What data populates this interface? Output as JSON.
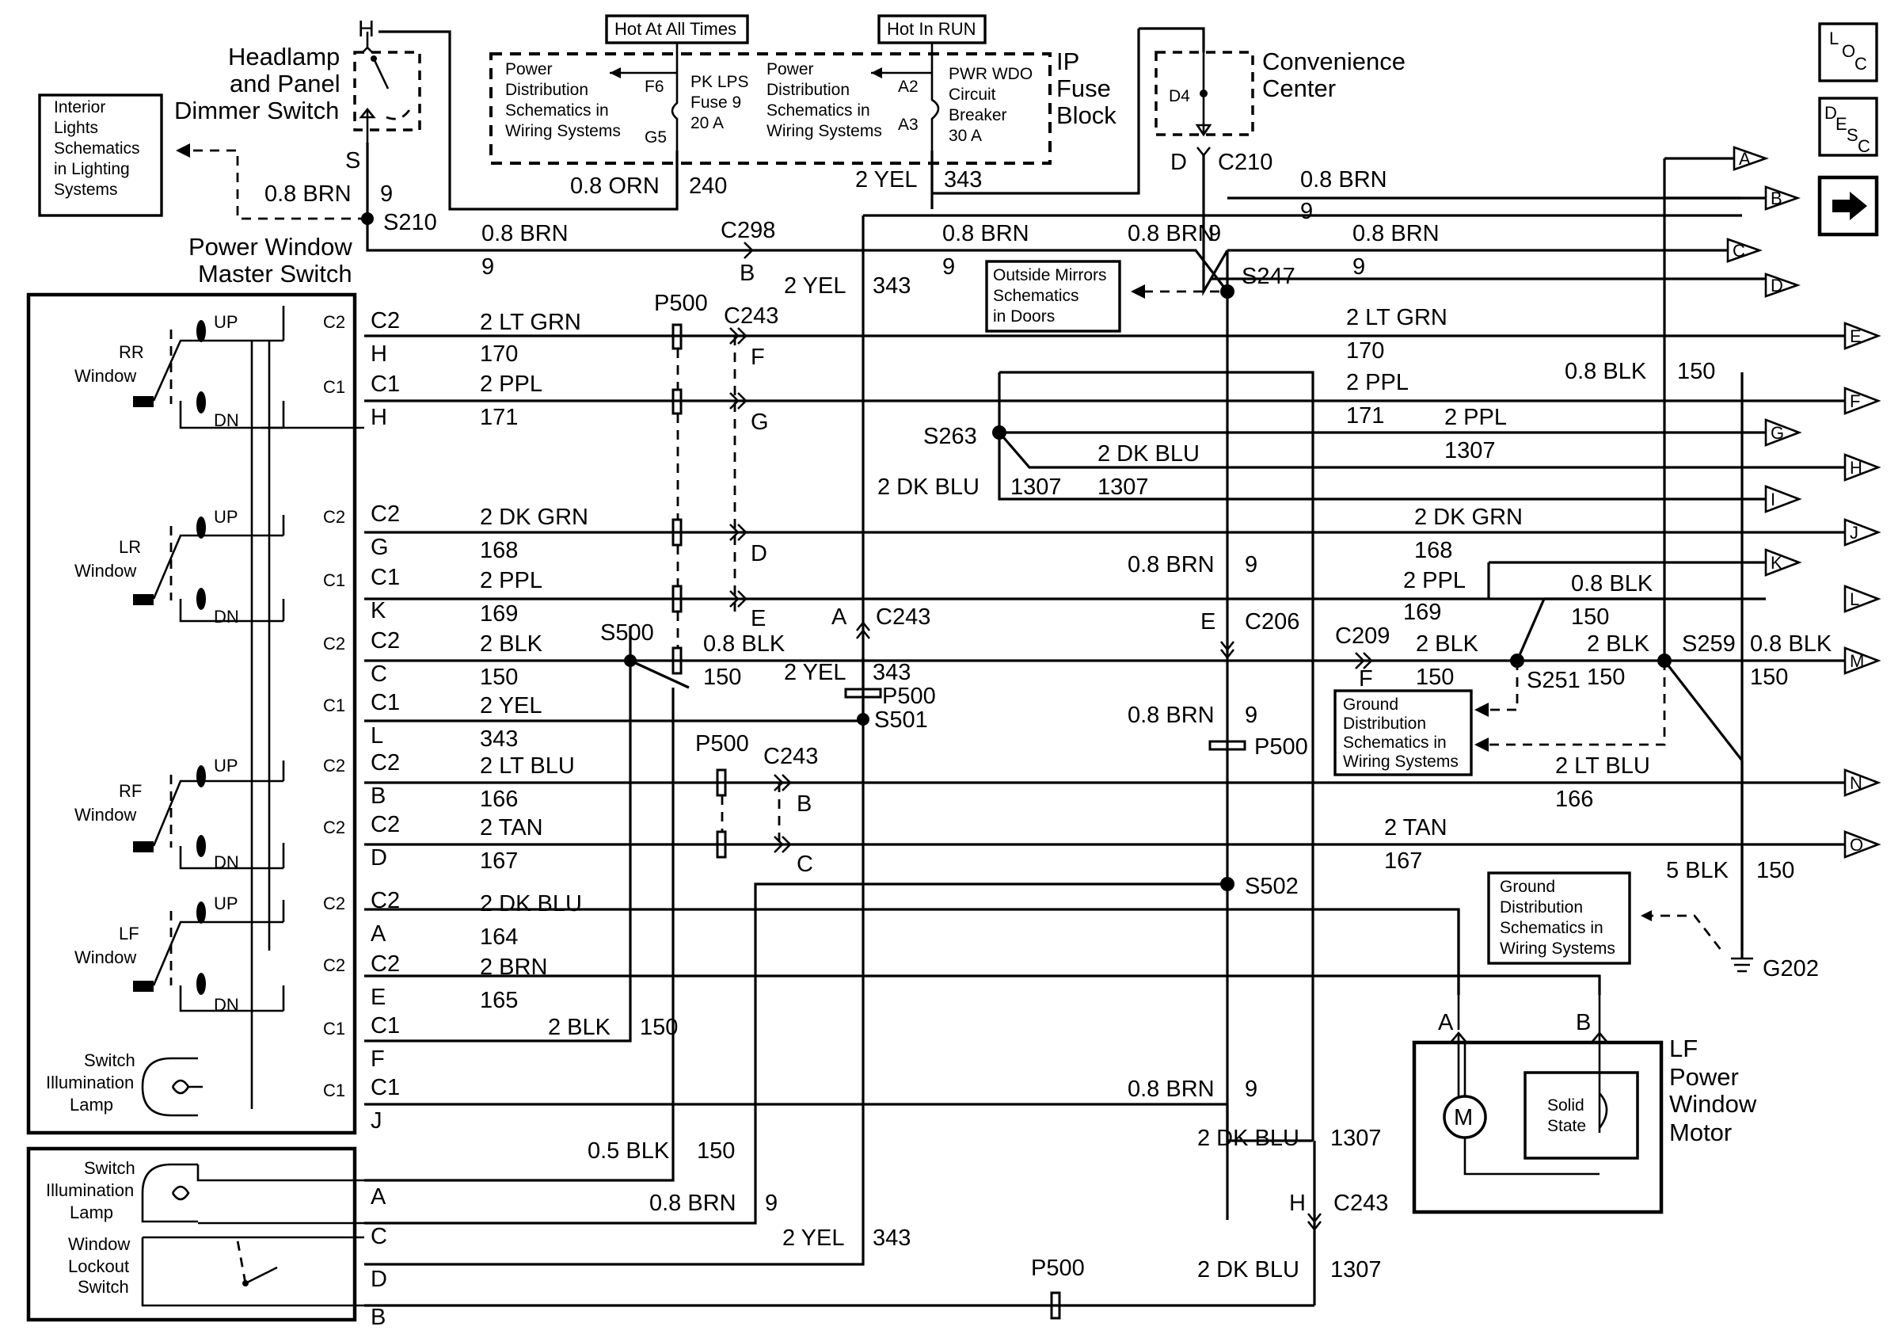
{
  "nav": {
    "loc": [
      "L",
      "O",
      "C"
    ],
    "desc": [
      "D",
      "E",
      "S",
      "C"
    ],
    "next_arrow": "→"
  },
  "fuse_block": {
    "hot_all_times": "Hot At All Times",
    "hot_in_run": "Hot In RUN",
    "pd_left": [
      "Power",
      "Distribution",
      "Schematics in",
      "Wiring Systems"
    ],
    "pd_right": [
      "Power",
      "Distribution",
      "Schematics in",
      "Wiring Systems"
    ],
    "fuse_label": [
      "PK LPS",
      "Fuse 9",
      "20 A"
    ],
    "breaker_label": [
      "PWR WDO",
      "Circuit",
      "Breaker",
      "30 A"
    ],
    "pins": {
      "f6": "F6",
      "g5": "G5",
      "a2": "A2",
      "a3": "A3"
    },
    "title": [
      "IP",
      "Fuse",
      "Block"
    ]
  },
  "headlamp": {
    "title": [
      "Headlamp",
      "and Panel",
      "Dimmer Switch"
    ],
    "pin_h": "H",
    "pin_s": "S"
  },
  "convenience": {
    "title": [
      "Convenience",
      "Center"
    ],
    "pin": "D4",
    "connector_pin": "D",
    "connector": "C210"
  },
  "interior_ref": [
    "Interior",
    "Lights",
    "Schematics",
    "in Lighting",
    "Systems"
  ],
  "mirrors_ref": [
    "Outside Mirrors",
    "Schematics",
    "in Doors"
  ],
  "ground_ref1": [
    "Ground",
    "Distribution",
    "Schematics in",
    "Wiring Systems"
  ],
  "ground_ref2": [
    "Ground",
    "Distribution",
    "Schematics in",
    "Wiring Systems"
  ],
  "master_switch": {
    "title": [
      "Power Window",
      "Master Switch"
    ],
    "rr": [
      "RR",
      "Window"
    ],
    "lr": [
      "LR",
      "Window"
    ],
    "rf": [
      "RF",
      "Window"
    ],
    "lf": [
      "LF",
      "Window"
    ],
    "up": "UP",
    "dn": "DN",
    "c1": "C1",
    "c2": "C2",
    "lamp": [
      "Switch",
      "Illumination",
      "Lamp"
    ]
  },
  "bottom_switch": {
    "lamp": [
      "Switch",
      "Illumination",
      "Lamp"
    ],
    "lockout": [
      "Window",
      "Lockout",
      "Switch"
    ]
  },
  "motor": {
    "title": [
      "LF",
      "Power",
      "Window",
      "Motor"
    ],
    "m": "M",
    "solid": [
      "Solid",
      "State"
    ],
    "pin_a": "A",
    "pin_b": "B"
  },
  "ground_g202": "G202",
  "splices": {
    "s210": "S210",
    "s247": "S247",
    "s263": "S263",
    "s500": "S500",
    "s501": "S501",
    "s502": "S502",
    "s251": "S251",
    "s259": "S259",
    "p500": "P500",
    "c243": "C243",
    "c298": "C298",
    "c206": "C206",
    "c209": "C209"
  },
  "conn_pins": [
    "C2",
    "H",
    "C1",
    "H",
    "C2",
    "G",
    "C1",
    "K",
    "C2",
    "C",
    "C1",
    "L",
    "C2",
    "B",
    "C2",
    "D",
    "C2",
    "A",
    "C2",
    "E",
    "C1",
    "F",
    "C1",
    "J",
    "A",
    "C",
    "D",
    "B"
  ],
  "wire_labels": {
    "w_240_c": "0.8 ORN",
    "w_240_n": "240",
    "w_343_c": "2 YEL",
    "w_343_n": "343",
    "w_s9_c": "0.8 BRN",
    "w_s9_n": "9",
    "w_c298_c": "0.8 BRN",
    "w_c298_n": "9",
    "w_mid9_c": "0.8 BRN",
    "w_mid9_n": "9",
    "w_mid9b_c": "0.8 BRN",
    "w_mid9b_n": "9",
    "w_yel_top_c": "2 YEL",
    "w_yel_top_n": "343",
    "w_brnA_c": "0.8 BRN",
    "w_brnA_n": "9",
    "w_brnC_c": "0.8 BRN",
    "w_brnC_n": "9",
    "w_170_c": "2 LT GRN",
    "w_170_n": "170",
    "w_171_c": "2 PPL",
    "w_171_n": "171",
    "w_168_c": "2 DK GRN",
    "w_168_n": "168",
    "w_169_c": "2 PPL",
    "w_169_n": "169",
    "w_150_c": "2 BLK",
    "w_150_n": "150",
    "w_343b_c": "2 YEL",
    "w_343b_n": "343",
    "w_166_c": "2 LT BLU",
    "w_166_n": "166",
    "w_167_c": "2 TAN",
    "w_167_n": "167",
    "w_164_c": "2 DK BLU",
    "w_164_n": "164",
    "w_165_c": "2 BRN",
    "w_165_n": "165",
    "r_170_c": "2 LT GRN",
    "r_170_n": "170",
    "r_171_c": "2 PPL",
    "r_171_n": "171",
    "r_dkblu_c": "2 DK BLU",
    "r_dkblu_n": "1307",
    "r_dkblu2_c": "2 DK BLU",
    "r_dkblu2_n": "1307",
    "r_1307_n": "1307",
    "r_168_c": "2 DK GRN",
    "r_168_n": "168",
    "r_169_c": "2 PPL",
    "r_169_n": "169",
    "r_blk150_c": "0.8 BLK",
    "r_blk150_n": "150",
    "r_blkL_c": "0.8 BLK",
    "r_blkL_n": "150",
    "r_brnK_c": "0.8 BRN",
    "r_brnK_n": "9",
    "r_s500_c": "0.8 BLK",
    "r_s500_n": "150",
    "r_c209_c": "2 BLK",
    "r_c209_n": "150",
    "r_s251_c": "2 BLK",
    "r_s251_n": "150",
    "r_s259_c": "0.8 BLK",
    "r_s259_n": "150",
    "r_yel343_c": "2 YEL",
    "r_yel343_n": "343",
    "r_brnP_c": "0.8 BRN",
    "r_brnP_n": "9",
    "r_166_c": "2 LT BLU",
    "r_166_n": "166",
    "r_167_c": "2 TAN",
    "r_167_n": "167",
    "r_5blk_c": "5 BLK",
    "r_5blk_n": "150",
    "l_blk150_c": "2 BLK",
    "l_blk150_n": "150",
    "l_brnJ_c": "0.8 BRN",
    "l_brnJ_n": "9",
    "l_dkblu_c": "2 DK BLU",
    "l_dkblu_n": "1307",
    "l_05blk_c": "0.5 BLK",
    "l_05blk_n": "150",
    "l_brnA_c": "0.8 BRN",
    "l_brnA_n": "9",
    "l_yel_c": "2 YEL",
    "l_yel_n": "343",
    "l_dkbluB_c": "2 DK BLU",
    "l_dkbluB_n": "1307"
  },
  "pin_letters": {
    "c243_f": "F",
    "c243_g": "G",
    "c243_d": "D",
    "c243_e": "E",
    "c298_b": "B",
    "c243_a": "A",
    "c206_e": "E",
    "c209_f": "F",
    "c243_b": "B",
    "c243_c": "C",
    "c243_h": "H"
  },
  "offpage": [
    "A",
    "B",
    "C",
    "D",
    "E",
    "F",
    "G",
    "H",
    "I",
    "J",
    "K",
    "L",
    "M",
    "N",
    "O"
  ]
}
